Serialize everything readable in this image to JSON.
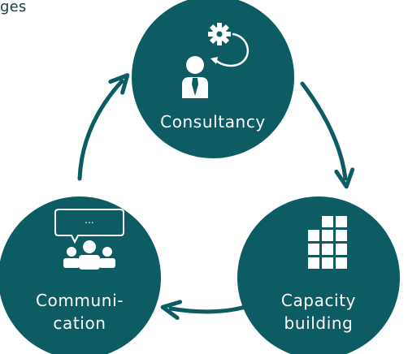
{
  "header_fragment": "ges",
  "colors": {
    "node_fill": "#0d5c63",
    "arrow": "#0d5c63",
    "icon": "#ffffff",
    "text": "#1e3b3d"
  },
  "nodes": [
    {
      "id": "consultancy",
      "lines": [
        "Consultancy"
      ],
      "icon": "consultant-gear-icon"
    },
    {
      "id": "capacity",
      "lines": [
        "Capacity",
        "building"
      ],
      "icon": "block-grid-icon"
    },
    {
      "id": "communication",
      "lines": [
        "Communi-",
        "cation"
      ],
      "icon": "group-speech-icon"
    }
  ],
  "speech_bubble_text": "..."
}
